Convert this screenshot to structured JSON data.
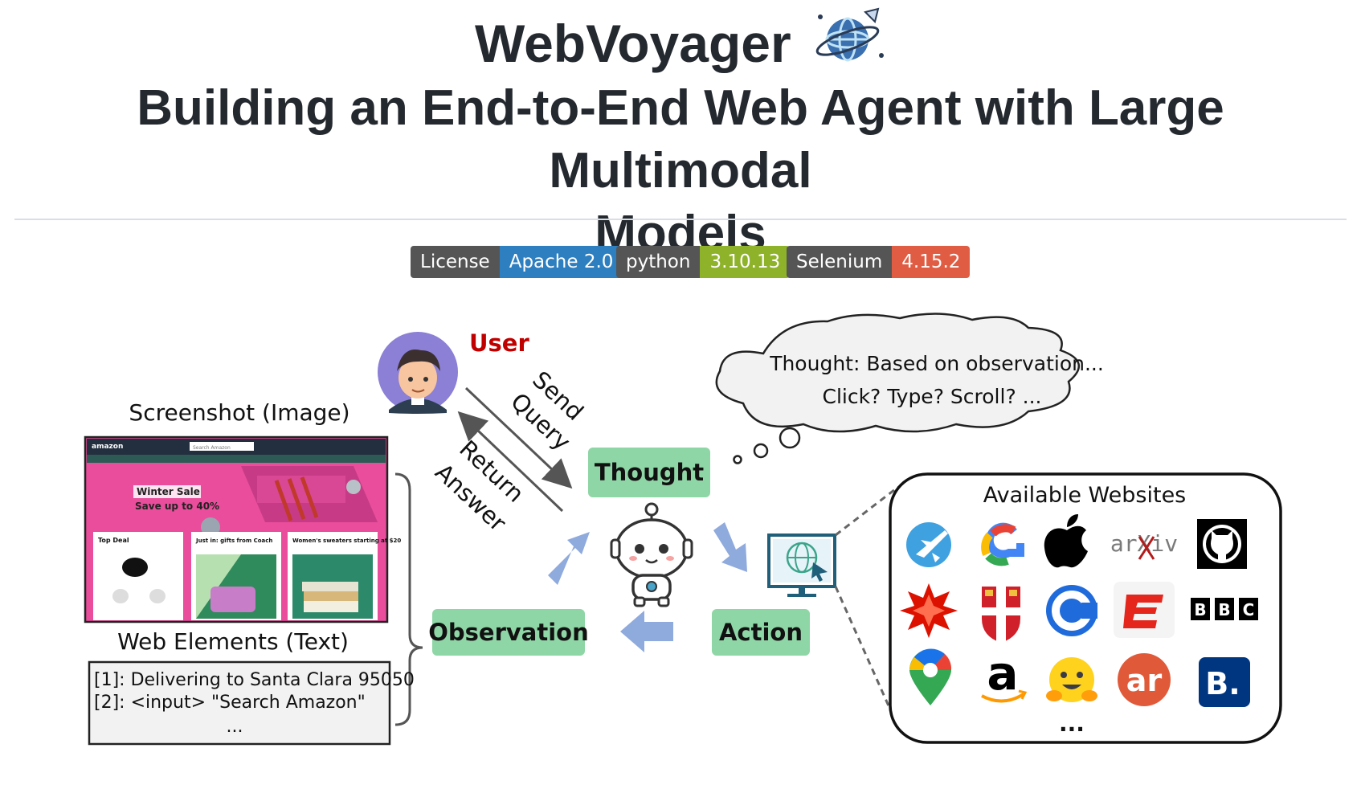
{
  "header": {
    "title": "WebVoyager",
    "subtitle_line1": "Building an End-to-End Web Agent with Large Multimodal",
    "subtitle_line2": "Models"
  },
  "badges": [
    {
      "key": "License",
      "value": "Apache 2.0",
      "color": "#2e7fc0"
    },
    {
      "key": "python",
      "value": "3.10.13",
      "color": "#8fb22b"
    },
    {
      "key": "Selenium",
      "value": "4.15.2",
      "color": "#e05d44"
    }
  ],
  "diagram": {
    "user_label": "User",
    "send_query_line1": "Send",
    "send_query_line2": "Query",
    "return_answer_line1": "Return",
    "return_answer_line2": "Answer",
    "thought_bubble_line1": "Thought: Based on observation...",
    "thought_bubble_line2": "Click? Type? Scroll? ...",
    "thought_label": "Thought",
    "action_label": "Action",
    "observation_label": "Observation",
    "screenshot_label": "Screenshot (Image)",
    "web_elements_label": "Web Elements (Text)",
    "web_elements_lines": [
      "[1]: Delivering to Santa Clara 95050",
      "[2]: <input> \"Search Amazon\"",
      "..."
    ],
    "available_websites_label": "Available Websites",
    "more_sites": "...",
    "screenshot": {
      "logo": "amazon",
      "search_placeholder": "Search Amazon",
      "banner_title": "Winter Sale",
      "banner_sub": "Save up to 40%",
      "card1": "Top Deal",
      "card2": "Just in: gifts from Coach",
      "card3": "Women's sweaters starting at $20"
    },
    "sites": [
      "Flights",
      "Google",
      "Apple",
      "arXiv",
      "GitHub",
      "Wolfram Alpha",
      "Cambridge Dictionary",
      "Coursera",
      "ESPN",
      "BBC",
      "Google Map",
      "Amazon",
      "Huggingface",
      "AllRecipes",
      "Booking"
    ],
    "site_texts": {
      "arxiv": "arXiv",
      "bbc": [
        "B",
        "B",
        "C"
      ],
      "amazon_a": "a",
      "allrecipes": "ar",
      "booking": "B."
    },
    "colors": {
      "label_bg": "#8fd6a6",
      "arrow_blue": "#8faadc",
      "user_red": "#c00000"
    }
  }
}
